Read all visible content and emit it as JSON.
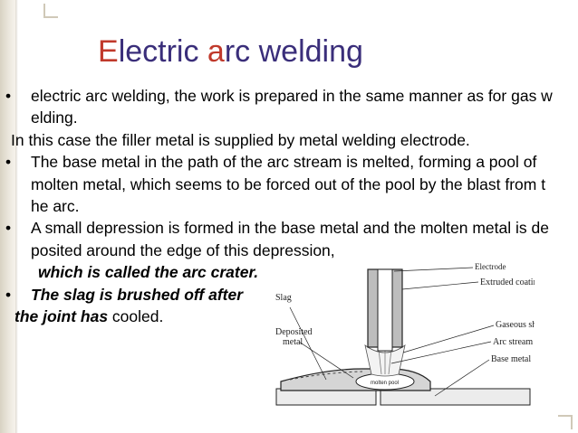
{
  "slide": {
    "title": {
      "first": "E",
      "mid": "lectric ",
      "a": "a",
      "rest": "rc welding"
    },
    "bullet_char": "•",
    "paragraphs": {
      "p1": "electric arc welding, the work is prepared in the same manner as for gas welding.",
      "p2": "In this case the filler metal is supplied by metal welding electrode.",
      "p3": "The base metal in the path of the arc stream is melted, forming a pool of molten metal, which seems to be forced out of the pool by the blast from the arc.",
      "p4_text": "A small depression is formed in the base metal and the molten metal is deposited around the edge of this depression,",
      "p4_emph": "which is called the arc crater.",
      "p5_emph1": "The slag is brushed off after",
      "p5_emph2": "the joint has",
      "p5_tail": " cooled."
    }
  },
  "diagram": {
    "labels": {
      "electrode": "Electrode",
      "extruded_coating": "Extruded coating",
      "slag": "Slag",
      "gaseous_shield": "Gaseous shield",
      "arc_stream": "Arc stream",
      "deposited_metal_1": "Deposited",
      "deposited_metal_2": "metal",
      "base_metal": "Base metal",
      "molten_pool": "molten pool"
    }
  }
}
